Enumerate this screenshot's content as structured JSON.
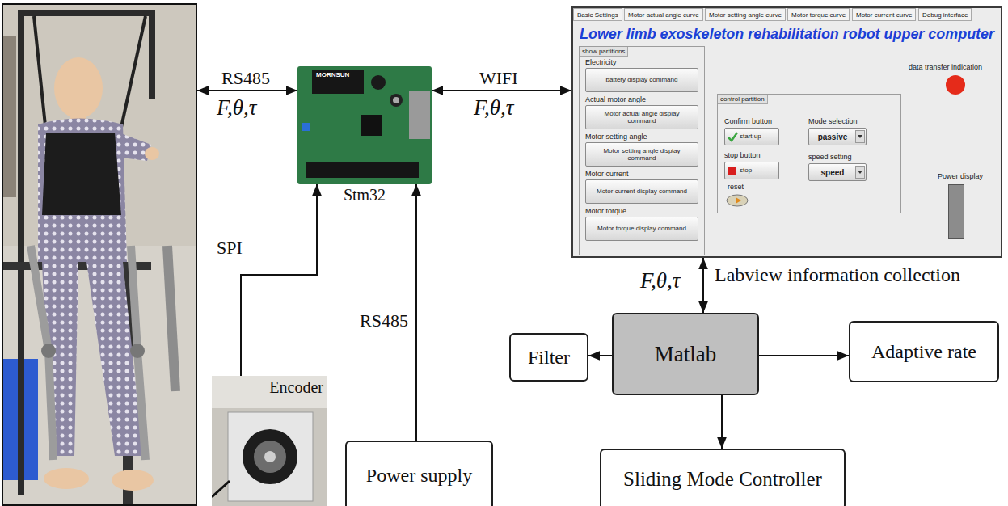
{
  "diagram": {
    "nodes": [
      {
        "text": []
      },
      {
        "text": [
          "Stm32"
        ]
      },
      {
        "text": [
          "Lower limb exoskeleton rehabilitation robot upper computer"
        ]
      },
      {
        "text": [
          "Basic Settings"
        ],
        "in": 2
      },
      {
        "text": [
          "Motor actual angle curve"
        ],
        "in": 2
      },
      {
        "text": [
          "Motor setting angle curve"
        ],
        "in": 2
      },
      {
        "text": [
          "Motor torque curve"
        ],
        "in": 2
      },
      {
        "text": [
          "Motor current curve"
        ],
        "in": 2
      },
      {
        "text": [
          "Debug interface"
        ],
        "in": 2
      },
      {
        "text": [
          "show partitions"
        ],
        "in": 2
      },
      {
        "text": [
          "battery display command"
        ],
        "in": 9
      },
      {
        "text": [
          "Motor actual angle display command"
        ],
        "in": 9
      },
      {
        "text": [
          "Motor setting angle display command"
        ],
        "in": 9
      },
      {
        "text": [
          "Motor current display command"
        ],
        "in": 9
      },
      {
        "text": [
          "Motor torque display command"
        ],
        "in": 9
      },
      {
        "text": [
          "control partition"
        ],
        "in": 2
      },
      {
        "text": [
          "start up"
        ],
        "in": 15
      },
      {
        "text": [
          "stop"
        ],
        "in": 15
      },
      {
        "text": [
          "passive"
        ],
        "in": 15
      },
      {
        "text": [
          "speed"
        ],
        "in": 15
      },
      {
        "text": [
          "Encoder"
        ]
      },
      {
        "text": [
          "Power supply"
        ]
      },
      {
        "text": [
          "Filter"
        ]
      },
      {
        "text": [
          "Matlab"
        ]
      },
      {
        "text": [
          "Adaptive rate"
        ]
      },
      {
        "text": [
          "Sliding Mode Controller"
        ]
      }
    ],
    "edges": [
      {
        "from": 0,
        "to": 1,
        "arrow": "both",
        "label": "RS485"
      },
      {
        "from": 1,
        "to": 2,
        "arrow": "both",
        "label": "WIFI"
      },
      {
        "from": 20,
        "to": 1,
        "arrow": "to",
        "label": "SPI"
      },
      {
        "from": 21,
        "to": 1,
        "arrow": "to",
        "label": "RS485"
      },
      {
        "from": 23,
        "to": 2,
        "arrow": "both",
        "label": "Labview information collection"
      },
      {
        "from": 23,
        "to": 22,
        "arrow": "to"
      },
      {
        "from": 23,
        "to": 24,
        "arrow": "to"
      },
      {
        "from": 23,
        "to": 25,
        "arrow": "to"
      }
    ],
    "labels": [
      "F,θ,τ",
      "F,θ,τ",
      "MORNSUN",
      "Electricity",
      "Actual motor angle",
      "Motor setting angle",
      "Motor current",
      "Motor torque",
      "Confirm button",
      "Mode selection",
      "stop button",
      "speed setting",
      "reset",
      "data transfer indication",
      "Power display",
      "F,θ,τ"
    ]
  }
}
